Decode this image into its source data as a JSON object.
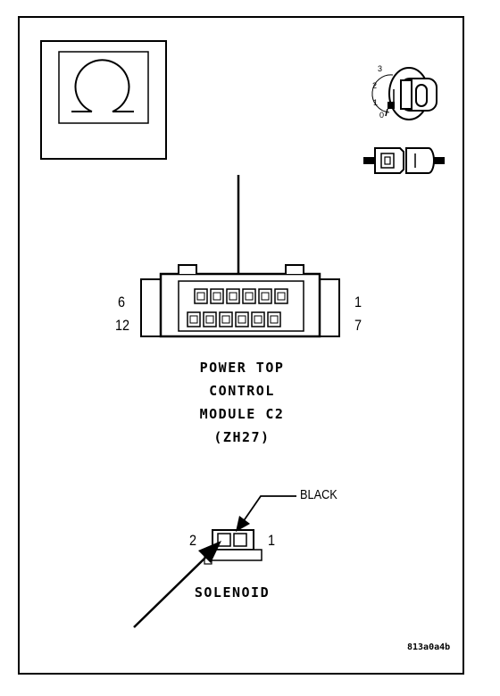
{
  "connector": {
    "title_lines": [
      "POWER TOP",
      "CONTROL",
      "MODULE C2",
      "(ZH27)"
    ],
    "pin_left_top": "6",
    "pin_left_bottom": "12",
    "pin_right_top": "1",
    "pin_right_bottom": "7"
  },
  "solenoid": {
    "title": "SOLENOID",
    "pin_left": "2",
    "pin_right": "1",
    "wire_color": "BLACK"
  },
  "ignition_positions": [
    "3",
    "2",
    "1",
    "0"
  ],
  "figure_code": "813a0a4b",
  "icons": {
    "symbol": "omega-symbol-icon",
    "ignition": "ignition-key-icon",
    "connector": "connector-pair-icon"
  }
}
